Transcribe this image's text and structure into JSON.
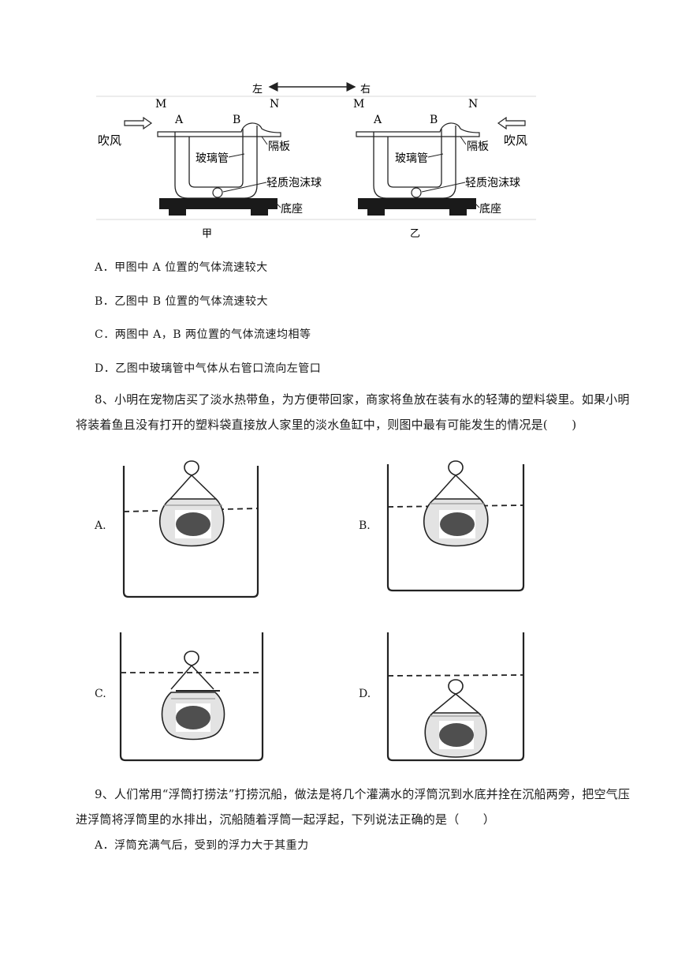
{
  "figure7": {
    "direction_left": "左",
    "direction_right": "右",
    "panel_jia": {
      "label_m": "M",
      "label_n": "N",
      "label_a": "A",
      "label_b": "B",
      "wind": "吹风",
      "glass_tube": "玻璃管",
      "partition": "隔板",
      "foam_ball": "轻质泡沫球",
      "base": "底座",
      "caption": "甲"
    },
    "panel_yi": {
      "label_m": "M",
      "label_n": "N",
      "label_a": "A",
      "label_b": "B",
      "wind": "吹风",
      "glass_tube": "玻璃管",
      "partition": "隔板",
      "foam_ball": "轻质泡沫球",
      "base": "底座",
      "caption": "乙"
    }
  },
  "q7_options": [
    "A．甲图中 A 位置的气体流速较大",
    "B．乙图中 B 位置的气体流速较大",
    "C．两图中 A，B 两位置的气体流速均相等",
    "D．乙图中玻璃管中气体从右管口流向左管口"
  ],
  "q8": {
    "text": "8、小明在宠物店买了淡水热带鱼，为方便带回家，商家将鱼放在装有水的轻薄的塑料袋里。如果小明将装着鱼且没有打开的塑料袋直接放人家里的淡水鱼缸中，则图中最有可能发生的情况是(　　)",
    "option_labels": [
      "A.",
      "B.",
      "C.",
      "D."
    ]
  },
  "q9": {
    "text": "9、人们常用“浮筒打捞法”打捞沉船，做法是将几个灌满水的浮筒沉到水底并拴在沉船两旁，把空气压进浮筒将浮筒里的水排出，沉船随着浮筒一起浮起，下列说法正确的是（　　）",
    "options": [
      "A．浮筒充满气后，受到的浮力大于其重力"
    ]
  }
}
